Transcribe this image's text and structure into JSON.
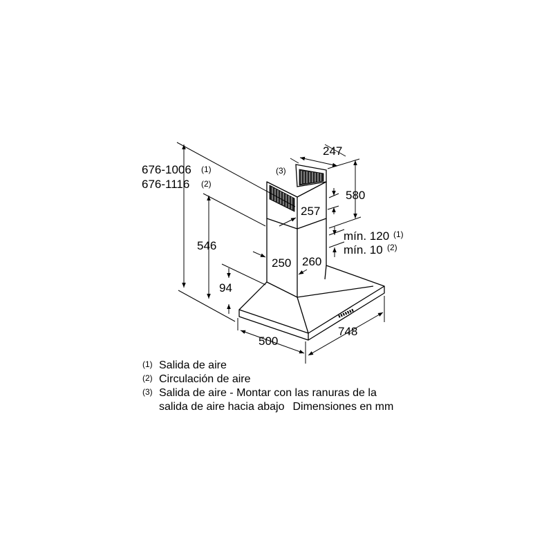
{
  "dimensions": {
    "total_height_1": "676-1006",
    "total_height_1_ref": "(1)",
    "total_height_2": "676-1116",
    "total_height_2_ref": "(2)",
    "chimney_height": "546",
    "canopy_height": "94",
    "duct_depth": "247",
    "upper_chimney_height": "580",
    "upper_chimney_width": "257",
    "chimney_width": "250",
    "chimney_depth": "260",
    "min_clearance_1": "mín. 120",
    "min_clearance_1_ref": "(1)",
    "min_clearance_2": "mín. 10",
    "min_clearance_2_ref": "(2)",
    "hood_depth": "500",
    "hood_width": "748",
    "vent_ref": "(3)"
  },
  "legend": [
    {
      "num": "(1)",
      "text": "Salida de aire"
    },
    {
      "num": "(2)",
      "text": "Circulación de aire"
    },
    {
      "num": "(3)",
      "text": "Salida de aire - Montar con las ranuras de la"
    }
  ],
  "legend_continuation": "salida de aire hacia abajo",
  "units_note": "Dimensiones en mm"
}
